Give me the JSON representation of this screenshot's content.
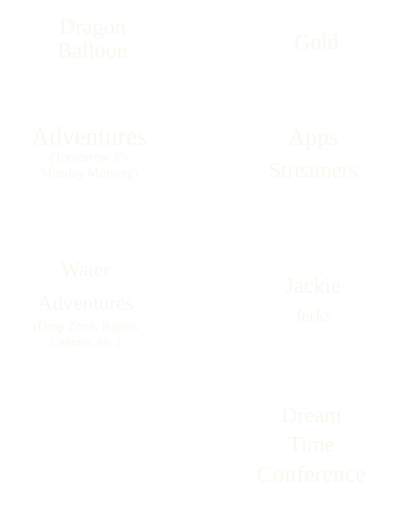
{
  "colors": {
    "text": "#f4fbef"
  },
  "left": {
    "block1": {
      "line1": "Dragon",
      "line2": "Balloon"
    },
    "block2": {
      "title": "Adventures",
      "sub1": "(Tomorrow it's",
      "sub2": "Monday Morning)"
    },
    "block3": {
      "title": "Water",
      "sub_title": "Adventures",
      "sub1": "(Drop Zone, Rapids",
      "sub2": "Cannon, etc.)"
    }
  },
  "right": {
    "block4": {
      "line1": "Gold"
    },
    "block5": {
      "line1": "Apps",
      "line2": "Streamers"
    },
    "block6": {
      "line1": "Jackie",
      "line2": "Jerks"
    },
    "block7": {
      "line1": "Dream",
      "line2": "Time",
      "line3": "Conference"
    }
  }
}
